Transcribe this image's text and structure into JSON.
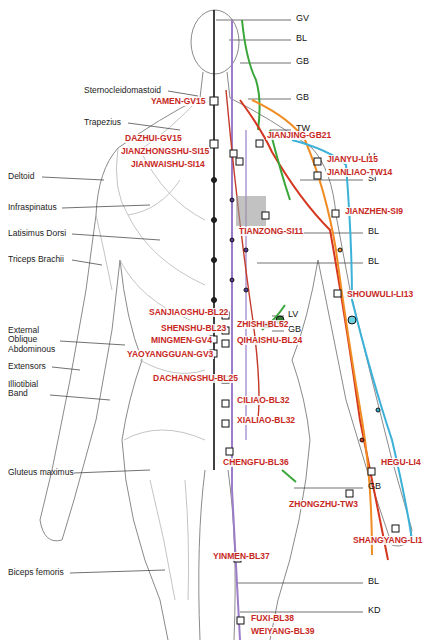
{
  "diagram": {
    "labels": [
      "GV",
      "BL",
      "GB",
      "GB",
      "TW",
      "LI",
      "SI",
      "BL",
      "BL",
      "LV",
      "GB",
      "GB",
      "BL",
      "KD",
      "Sternocleidomastoid",
      "Trapezius",
      "Deltoid",
      "Infraspinatus",
      "Latisimus Dorsi",
      "Triceps Brachii",
      "External Oblique Abdominous",
      "Extensors",
      "Illiotibial Band",
      "Gluteus maximus",
      "Biceps femoris",
      "YAMEN-GV15",
      "DAZHUI-GV15",
      "JIANJING-GB21",
      "JIANZHONGSHU-SI15",
      "JIANWAISHU-SI14",
      "JIANYU-LI15",
      "JIANLIAO-TW14",
      "JIANZHEN-SI9",
      "TIANZONG-SI11",
      "SHOUWULI-LI13",
      "SANJIAOSHU-BL22",
      "SHENSHU-BL23",
      "ZHISHI-BL52",
      "MINGMEN-GV4",
      "QIHAISHU-BL24",
      "YAOYANGGUAN-GV3",
      "DACHANGSHU-BL25",
      "CILIAO-BL32",
      "XIALIAO-BL32",
      "HEGU-LI4",
      "CHENGFU-BL36",
      "ZHONGZHU-TW3",
      "SHANGYANG-LI1",
      "YINMEN-BL37",
      "FUXI-BL38",
      "WEIYANG-BL39"
    ]
  }
}
